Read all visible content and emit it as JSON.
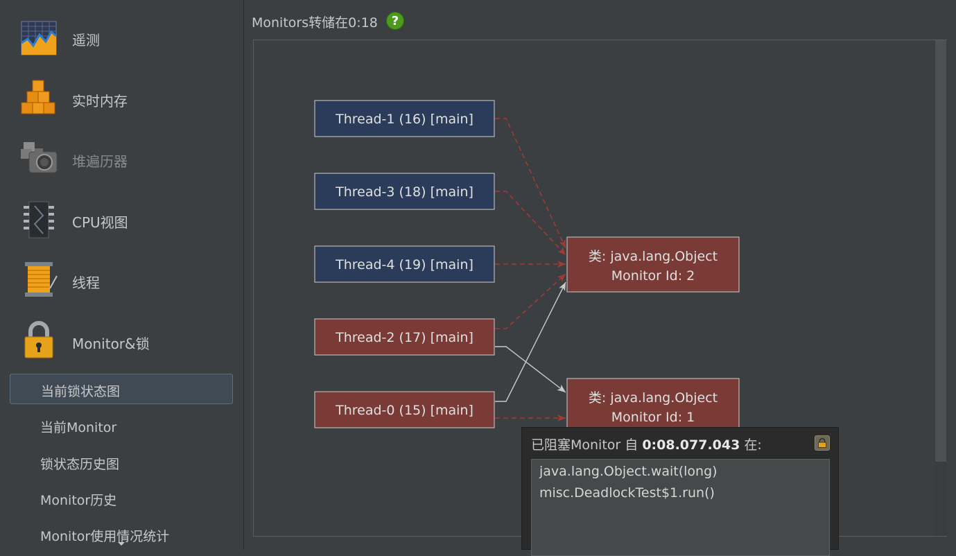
{
  "sidebar": {
    "nav": [
      {
        "label": "遥测",
        "icon": "telemetry-chart-icon",
        "enabled": true
      },
      {
        "label": "实时内存",
        "icon": "memory-blocks-icon",
        "enabled": true
      },
      {
        "label": "堆遍历器",
        "icon": "heap-walker-camera-icon",
        "enabled": false
      },
      {
        "label": "CPU视图",
        "icon": "cpu-chip-icon",
        "enabled": true
      },
      {
        "label": "线程",
        "icon": "thread-spool-icon",
        "enabled": true
      },
      {
        "label": "Monitor&锁",
        "icon": "padlock-icon",
        "enabled": true
      }
    ],
    "sub_items": [
      {
        "label": "当前锁状态图",
        "selected": true
      },
      {
        "label": "当前Monitor",
        "selected": false
      },
      {
        "label": "锁状态历史图",
        "selected": false
      },
      {
        "label": "Monitor历史",
        "selected": false
      },
      {
        "label": "Monitor使用情况统计",
        "selected": false
      }
    ]
  },
  "main": {
    "title": "Monitors转储在0:18",
    "help_icon": "help-question-icon",
    "help_glyph": "?"
  },
  "graph": {
    "threads": [
      {
        "label": "Thread-1 (16) [main]",
        "state": "waiting"
      },
      {
        "label": "Thread-3 (18) [main]",
        "state": "waiting"
      },
      {
        "label": "Thread-4 (19) [main]",
        "state": "waiting"
      },
      {
        "label": "Thread-2 (17) [main]",
        "state": "deadlocked"
      },
      {
        "label": "Thread-0 (15) [main]",
        "state": "deadlocked"
      }
    ],
    "monitors": [
      {
        "class_line": "类: java.lang.Object",
        "id_line": "Monitor Id: 2"
      },
      {
        "class_line": "类: java.lang.Object",
        "id_line": "Monitor Id: 1"
      }
    ],
    "colors": {
      "waiting_fill": "#2b3c5b",
      "deadlock_fill": "#7a3a36",
      "node_border": "#b8b8b8",
      "waiting_edge": "#a13a35",
      "owner_edge": "#c8c8c8"
    }
  },
  "tooltip": {
    "header_prefix": "已阻塞Monitor 自 ",
    "header_time": "0:08.077.043",
    "header_suffix": " 在:",
    "pin_icon": "pin-lock-icon",
    "stack": [
      "java.lang.Object.wait(long)",
      "misc.DeadlockTest$1.run()"
    ]
  }
}
